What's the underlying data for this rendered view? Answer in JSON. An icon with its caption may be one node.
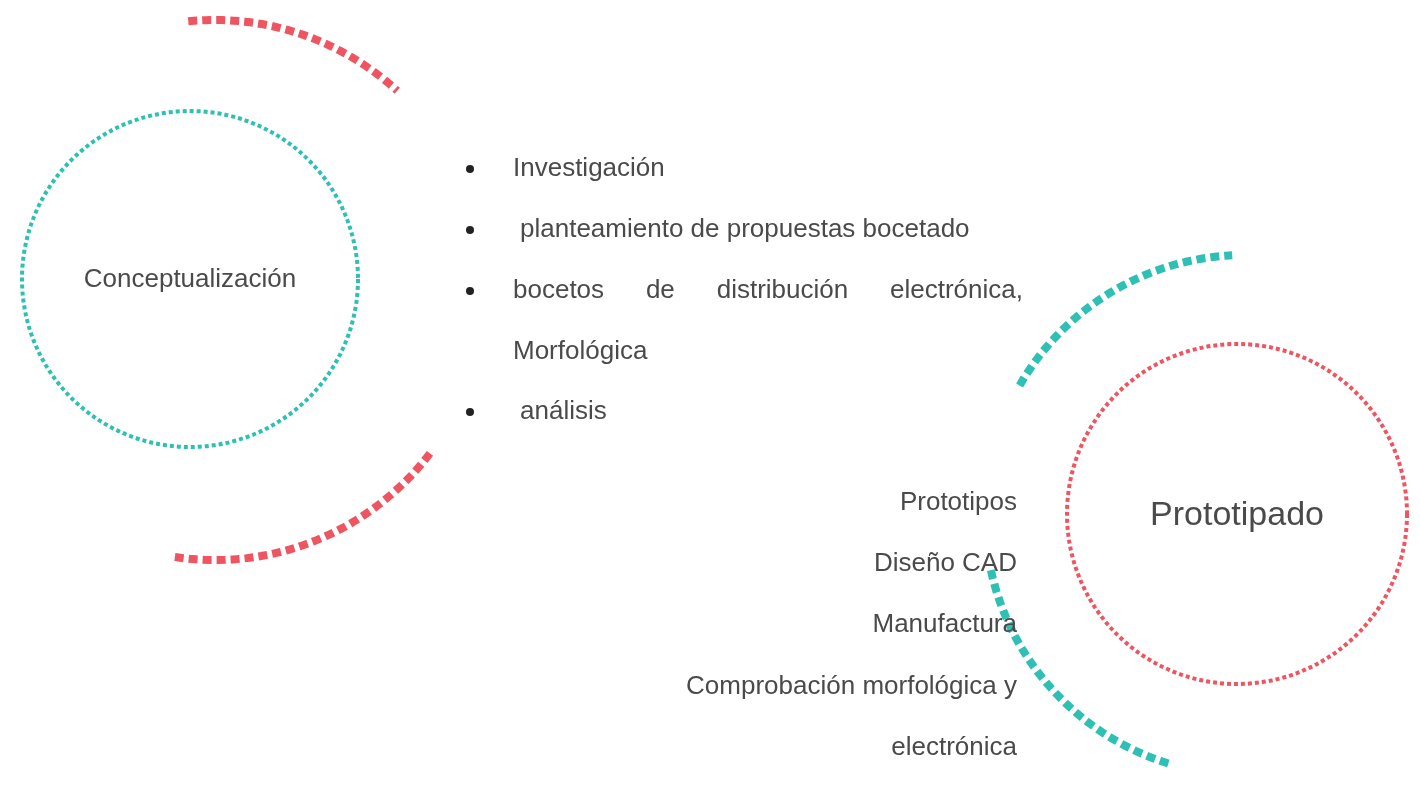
{
  "diagram": {
    "nodes": [
      {
        "text": [
          "Conceptualización"
        ],
        "beside": [
          "Investigación",
          "planteamiento de propuestas bocetado",
          "bocetos de distribución electrónica, Morfológica",
          "análisis"
        ]
      },
      {
        "text": [
          "Prototipado"
        ],
        "beside": [
          "Prototipos",
          "Diseño CAD",
          "Manufactura",
          "Comprobación morfológica y electrónica"
        ]
      }
    ]
  }
}
